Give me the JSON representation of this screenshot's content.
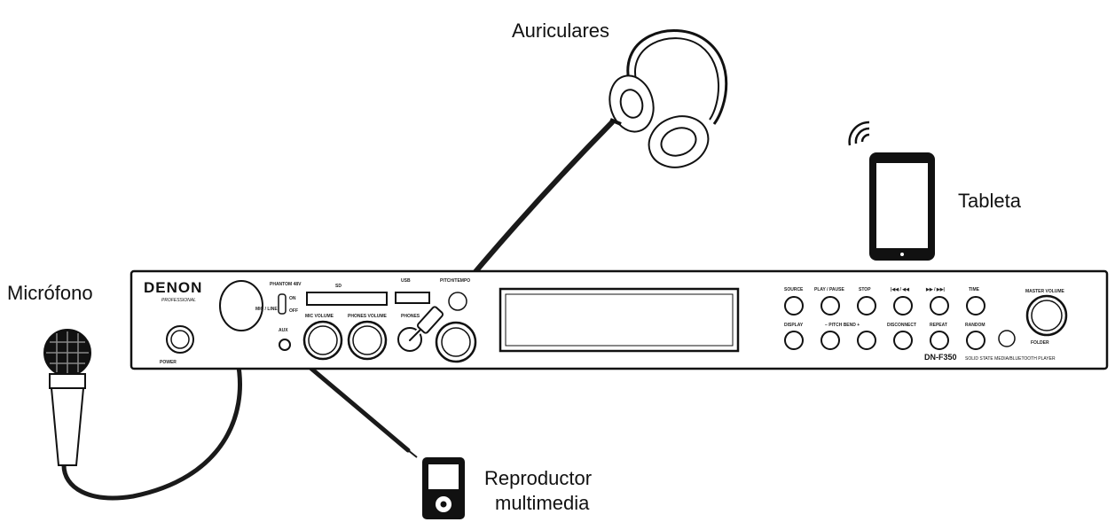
{
  "labels": {
    "headphones": "Auriculares",
    "tablet": "Tableta",
    "microphone": "Micrófono",
    "media_player_line1": "Reproductor",
    "media_player_line2": "multimedia"
  },
  "device": {
    "brand": "DENON",
    "brand_sub": "PROFESSIONAL",
    "model": "DN-F350",
    "model_desc": "SOLID STATE MEDIA/BLUETOOTH PLAYER",
    "power_label": "POWER",
    "mic_line_label": "MIC / LINE IN",
    "phantom_label": "PHANTOM 48V",
    "phantom_on": "ON",
    "phantom_off": "OFF",
    "sd_label": "SD",
    "mic_volume": "MIC VOLUME",
    "phones_volume": "PHONES VOLUME",
    "usb_label": "USB",
    "phones_label": "PHONES",
    "aux_label": "AUX",
    "pitch_label": "PITCH/TEMPO",
    "buttons_top": [
      "SOURCE",
      "PLAY / PAUSE",
      "STOP",
      "|◀◀ / ◀◀",
      "▶▶ / ▶▶|",
      "TIME"
    ],
    "buttons_bottom": [
      "DISPLAY",
      "− PITCH BEND +",
      "",
      "DISCONNECT",
      "REPEAT",
      "RANDOM"
    ],
    "master_volume": "MASTER VOLUME",
    "folder_label": "FOLDER"
  },
  "colors": {
    "line": "#111111",
    "panel_fill": "#ffffff",
    "cable": "#1a1a1a"
  }
}
